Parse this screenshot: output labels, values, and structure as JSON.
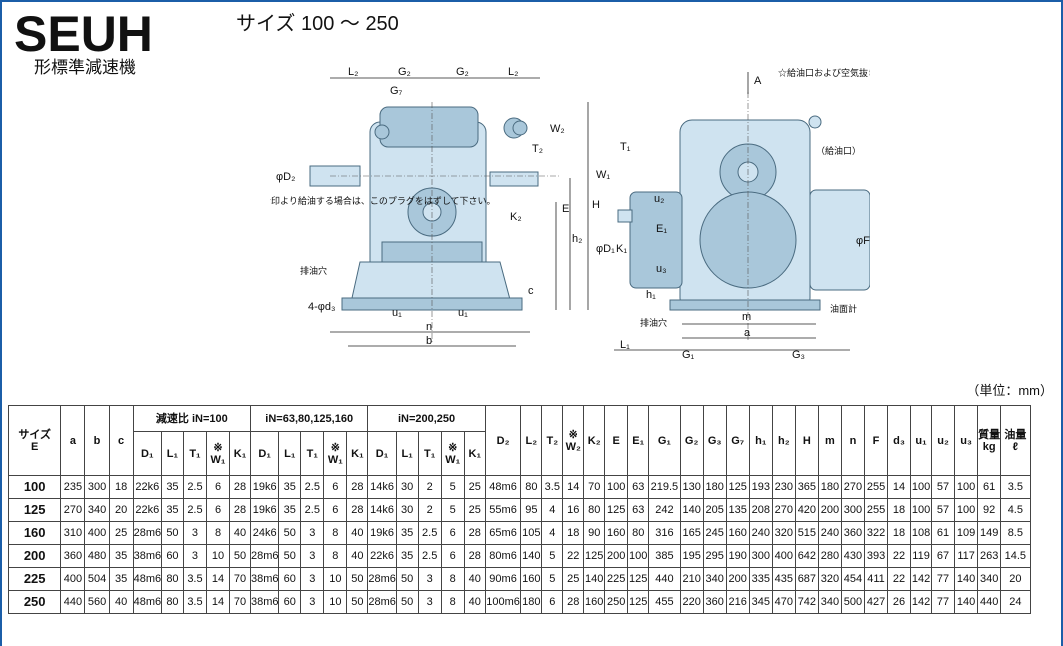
{
  "title": "SEUH",
  "subtitle": "形標準減速機",
  "size_range": "サイズ 100 ～ 250",
  "unit": "（単位：mm）",
  "drawing": {
    "labels": {
      "L2": "L₂",
      "G2": "G₂",
      "G7": "G₇",
      "W2": "W₂",
      "T2": "T₂",
      "D2": "φD₂",
      "K2": "K₂",
      "E": "E",
      "H": "H",
      "h2": "h₂",
      "c": "c",
      "u1": "u₁",
      "n": "n",
      "b": "b",
      "d3": "4-φd₃",
      "drain_left": "排油穴",
      "note_left": "☆印より給油する場合は、このプラグをはずして下さい。",
      "A": "A",
      "oil_note": "☆給油口および空気抜き",
      "oil_port": "（給油口）",
      "T1": "T₁",
      "W1": "W₁",
      "D1": "φD₁",
      "K1": "K₁",
      "E1": "E₁",
      "u2": "u₂",
      "u3": "u₃",
      "F": "φF",
      "h1": "h₁",
      "m": "m",
      "a": "a",
      "L1": "L₁",
      "G1": "G₁",
      "G3": "G₃",
      "drain_right": "排油穴",
      "oil_gauge": "油面計"
    }
  },
  "table": {
    "header_size": "サイズ\nE",
    "cols_abc": [
      "a",
      "b",
      "c"
    ],
    "group1": "減速比 iN=100",
    "group2": "iN=63,80,125,160",
    "group3": "iN=200,250",
    "sub_cols": [
      "D₁",
      "L₁",
      "T₁",
      "※\nW₁",
      "K₁"
    ],
    "other_cols": [
      "D₂",
      "L₂",
      "T₂",
      "※\nW₂",
      "K₂",
      "E",
      "E₁",
      "G₁",
      "G₂",
      "G₃",
      "G₇",
      "h₁",
      "h₂",
      "H",
      "m",
      "n",
      "F",
      "d₃",
      "u₁",
      "u₂",
      "u₃",
      "質量\nkg",
      "油量\nℓ"
    ],
    "rows": [
      [
        "100",
        "235",
        "300",
        "18",
        "22k6",
        "35",
        "2.5",
        "6",
        "28",
        "19k6",
        "35",
        "2.5",
        "6",
        "28",
        "14k6",
        "30",
        "2",
        "5",
        "25",
        "48m6",
        "80",
        "3.5",
        "14",
        "70",
        "100",
        "63",
        "219.5",
        "130",
        "180",
        "125",
        "193",
        "230",
        "365",
        "180",
        "270",
        "255",
        "14",
        "100",
        "57",
        "100",
        "61",
        "3.5"
      ],
      [
        "125",
        "270",
        "340",
        "20",
        "22k6",
        "35",
        "2.5",
        "6",
        "28",
        "19k6",
        "35",
        "2.5",
        "6",
        "28",
        "14k6",
        "30",
        "2",
        "5",
        "25",
        "55m6",
        "95",
        "4",
        "16",
        "80",
        "125",
        "63",
        "242",
        "140",
        "205",
        "135",
        "208",
        "270",
        "420",
        "200",
        "300",
        "255",
        "18",
        "100",
        "57",
        "100",
        "92",
        "4.5"
      ],
      [
        "160",
        "310",
        "400",
        "25",
        "28m6",
        "50",
        "3",
        "8",
        "40",
        "24k6",
        "50",
        "3",
        "8",
        "40",
        "19k6",
        "35",
        "2.5",
        "6",
        "28",
        "65m6",
        "105",
        "4",
        "18",
        "90",
        "160",
        "80",
        "316",
        "165",
        "245",
        "160",
        "240",
        "320",
        "515",
        "240",
        "360",
        "322",
        "18",
        "108",
        "61",
        "109",
        "149",
        "8.5"
      ],
      [
        "200",
        "360",
        "480",
        "35",
        "38m6",
        "60",
        "3",
        "10",
        "50",
        "28m6",
        "50",
        "3",
        "8",
        "40",
        "22k6",
        "35",
        "2.5",
        "6",
        "28",
        "80m6",
        "140",
        "5",
        "22",
        "125",
        "200",
        "100",
        "385",
        "195",
        "295",
        "190",
        "300",
        "400",
        "642",
        "280",
        "430",
        "393",
        "22",
        "119",
        "67",
        "117",
        "263",
        "14.5"
      ],
      [
        "225",
        "400",
        "504",
        "35",
        "48m6",
        "80",
        "3.5",
        "14",
        "70",
        "38m6",
        "60",
        "3",
        "10",
        "50",
        "28m6",
        "50",
        "3",
        "8",
        "40",
        "90m6",
        "160",
        "5",
        "25",
        "140",
        "225",
        "125",
        "440",
        "210",
        "340",
        "200",
        "335",
        "435",
        "687",
        "320",
        "454",
        "411",
        "22",
        "142",
        "77",
        "140",
        "340",
        "20"
      ],
      [
        "250",
        "440",
        "560",
        "40",
        "48m6",
        "80",
        "3.5",
        "14",
        "70",
        "38m6",
        "60",
        "3",
        "10",
        "50",
        "28m6",
        "50",
        "3",
        "8",
        "40",
        "100m6",
        "180",
        "6",
        "28",
        "160",
        "250",
        "125",
        "455",
        "220",
        "360",
        "216",
        "345",
        "470",
        "742",
        "340",
        "500",
        "427",
        "26",
        "142",
        "77",
        "140",
        "440",
        "24"
      ]
    ]
  }
}
